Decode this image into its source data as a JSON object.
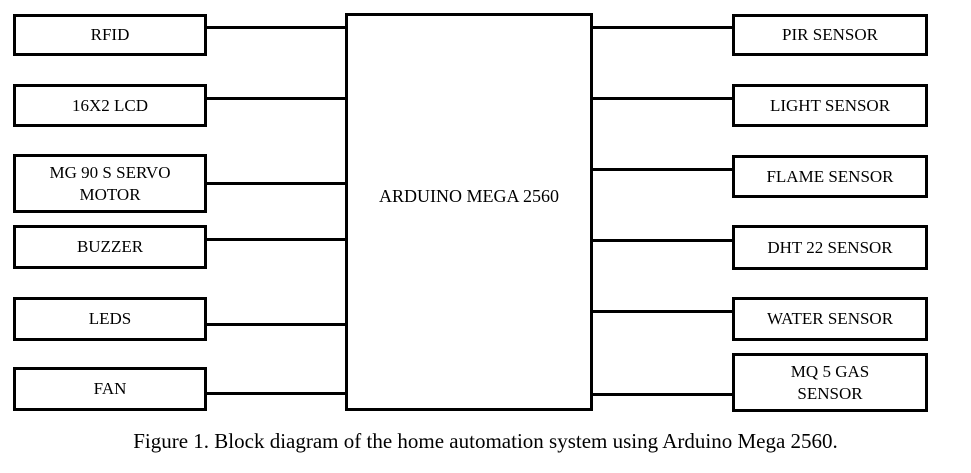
{
  "diagram": {
    "center": "ARDUINO MEGA 2560",
    "left_blocks": [
      "RFID",
      "16X2 LCD",
      "MG 90 S SERVO\nMOTOR",
      "BUZZER",
      "LEDS",
      "FAN"
    ],
    "right_blocks": [
      "PIR SENSOR",
      "LIGHT SENSOR",
      "FLAME SENSOR",
      "DHT 22 SENSOR",
      "WATER SENSOR",
      "MQ 5 GAS\nSENSOR"
    ],
    "caption": "Figure 1. Block diagram of the home automation system using Arduino Mega 2560."
  }
}
